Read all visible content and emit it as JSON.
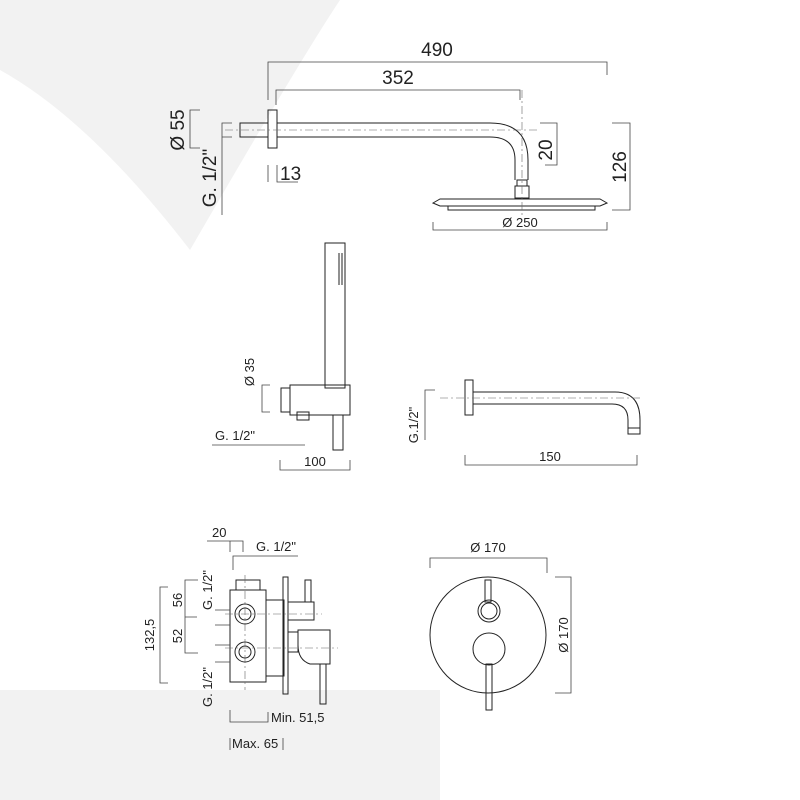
{
  "colors": {
    "background": "#ffffff",
    "shade": "#f2f2f2",
    "line": "#222222"
  },
  "shower_head": {
    "overall_length": "490",
    "arm_length": "352",
    "flange_diameter": "Ø 55",
    "thread": "G. 1/2\"",
    "flange_thickness": "13",
    "nut_height": "20",
    "total_height": "126",
    "head_diameter": "Ø 250"
  },
  "hand_shower": {
    "diameter": "Ø 35",
    "thread": "G. 1/2\"",
    "depth": "100"
  },
  "spout": {
    "thread": "G.1/2\"",
    "length": "150"
  },
  "mixer_body": {
    "offset": "20",
    "top_thread": "G. 1/2\"",
    "total_height": "132,5",
    "upper_spacing": "56",
    "lower_spacing": "52",
    "upper_thread": "G. 1/2\"",
    "lower_thread": "G. 1/2\"",
    "min_depth": "Min. 51,5",
    "max_depth": "Max. 65"
  },
  "wall_plate": {
    "width": "Ø 170",
    "height": "Ø 170"
  }
}
